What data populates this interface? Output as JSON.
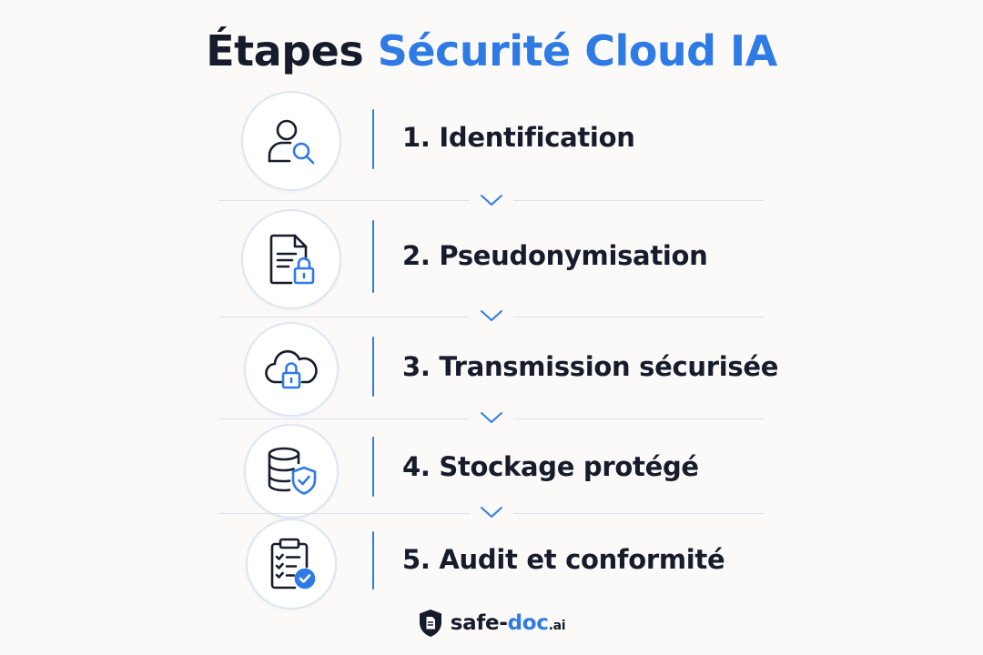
{
  "title": {
    "part1": "Étapes",
    "part2": "Sécurité Cloud IA"
  },
  "colors": {
    "accent": "#2f7be6",
    "dark": "#161c2c",
    "background": "#fbfaf8"
  },
  "steps": [
    {
      "label": "1. Identification",
      "icon": "user-search-icon"
    },
    {
      "label": "2. Pseudonymisation",
      "icon": "document-lock-icon"
    },
    {
      "label": "3. Transmission sécurisée",
      "icon": "cloud-lock-icon"
    },
    {
      "label": "4. Stockage protégé",
      "icon": "database-shield-icon"
    },
    {
      "label": "5. Audit et conformité",
      "icon": "clipboard-check-icon"
    }
  ],
  "logo": {
    "name": "safe-",
    "highlight": "doc",
    "suffix": ".ai"
  }
}
